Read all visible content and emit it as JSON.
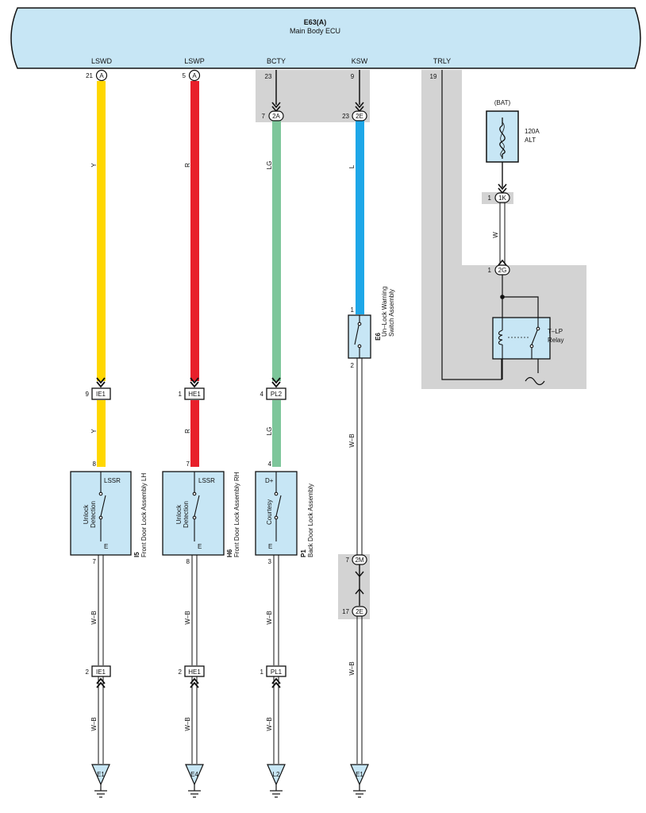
{
  "ecu": {
    "code": "E63(A)",
    "name": "Main Body ECU",
    "pins": [
      {
        "signal": "LSWD",
        "pin": "21",
        "conn": "A"
      },
      {
        "signal": "LSWP",
        "pin": "5",
        "conn": "A"
      },
      {
        "signal": "BCTY",
        "pin": "23",
        "conn": ""
      },
      {
        "signal": "KSW",
        "pin": "9",
        "conn": ""
      },
      {
        "signal": "TRLY",
        "pin": "19",
        "conn": ""
      }
    ]
  },
  "junctions": {
    "bcty": {
      "pin": "7",
      "id": "2A"
    },
    "ksw": {
      "pin": "23",
      "id": "2E"
    },
    "bat_1k": {
      "pin": "1",
      "id": "1K"
    },
    "relay_2g": {
      "pin": "1",
      "id": "2G"
    },
    "ksw_2m": {
      "pin": "7",
      "id": "2M"
    },
    "ksw_2e": {
      "pin": "17",
      "id": "2E"
    }
  },
  "battery": {
    "label": "(BAT)",
    "fuse_rating": "120A",
    "fuse_name": "ALT"
  },
  "relay": {
    "line1": "T–LP",
    "line2": "Relay"
  },
  "wire_colors": {
    "Y": "#FFD700",
    "R": "#E8202A",
    "LG": "#7DC69A",
    "L": "#1EA7E8",
    "W": "#ffffff",
    "WB": "#ffffff"
  },
  "wire_labels": {
    "y": "Y",
    "r": "R",
    "lg": "LG",
    "l": "L",
    "w": "W",
    "wb": "W–B"
  },
  "upper_connectors": [
    {
      "pin": "9",
      "id": "IE1"
    },
    {
      "pin": "1",
      "id": "HE1"
    },
    {
      "pin": "4",
      "id": "PL2"
    }
  ],
  "lower_connectors": [
    {
      "pin": "2",
      "id": "IE1"
    },
    {
      "pin": "2",
      "id": "HE1"
    },
    {
      "pin": "1",
      "id": "PL1"
    }
  ],
  "grounds": [
    "E1",
    "E4",
    "L2",
    "E1"
  ],
  "switches": [
    {
      "code": "I5",
      "name": "Front Door Lock Assembly LH",
      "top_term": "LSSR",
      "bottom_term": "E",
      "inner": [
        "Unlock",
        "Detection"
      ],
      "top_pin": "8",
      "bottom_pin": "7"
    },
    {
      "code": "H6",
      "name": "Front Door Lock Assembly RH",
      "top_term": "LSSR",
      "bottom_term": "E",
      "inner": [
        "Unlock",
        "Detection"
      ],
      "top_pin": "7",
      "bottom_pin": "8"
    },
    {
      "code": "P1",
      "name": "Back Door Lock Assembly",
      "top_term": "D+",
      "bottom_term": "E",
      "inner": [
        "Courtesy"
      ],
      "top_pin": "4",
      "bottom_pin": "3"
    }
  ],
  "unlock_warning": {
    "code": "E6",
    "name_line1": "Un–Lock Warning",
    "name_line2": "Switch Assembly",
    "top_pin": "1",
    "bottom_pin": "2"
  }
}
